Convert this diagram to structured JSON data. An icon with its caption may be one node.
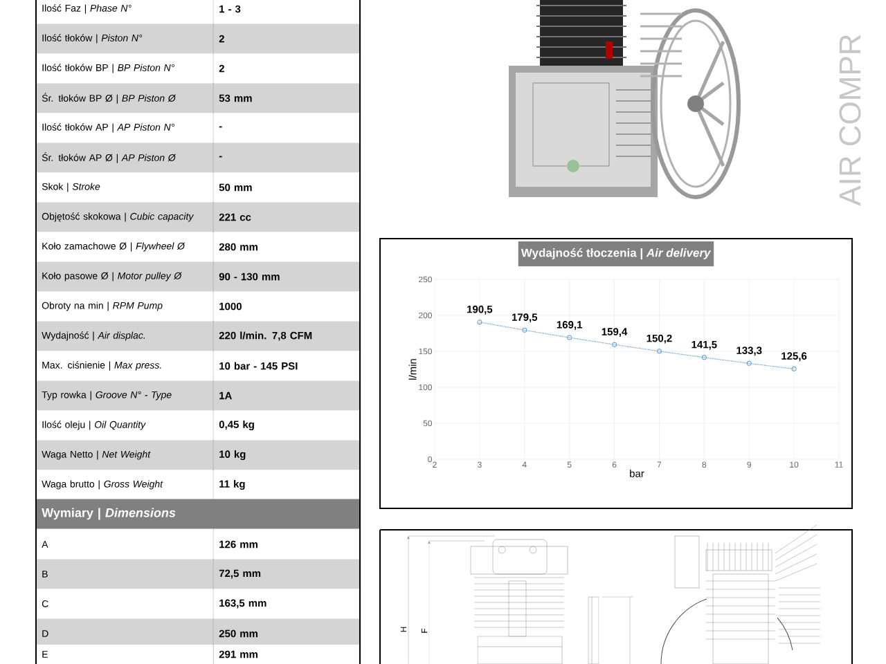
{
  "diagram": {
    "labels": [
      "Ilość Faz | *Phase N°*",
      "1 - 3",
      "Ilość tłoków | *Piston N°*",
      "2",
      "Ilość tłoków BP | *BP Piston N°*",
      "2",
      "Śr. tłoków BP Ø | *BP Piston Ø*",
      "53 mm",
      "Ilość tłoków AP | *AP Piston N°*",
      "-",
      "Śr. tłoków AP Ø | *AP Piston Ø*",
      "-",
      "Skok | *Stroke*",
      "50 mm",
      "Objętość skokowa | *Cubic capacity*",
      "221 cc",
      "Koło zamachowe Ø | *Flywheel Ø*",
      "280 mm",
      "Koło pasowe Ø | *Motor pulley Ø*",
      "90 - 130 mm",
      "Obroty na min | *RPM Pump*",
      "1000",
      "Wydajność | *Air displac.*",
      "220 l/min. 7,8 CFM",
      "Max. ciśnienie | *Max press.*",
      "10 bar - 145 PSI",
      "Typ rowka | *Groove N° - Type*",
      "1A",
      "Ilość oleju | *Oil Quantity*",
      "0,45 kg",
      "Waga Netto | *Net Weight*",
      "10 kg",
      "Waga brutto | *Gross Weight*",
      "11 kg",
      "Wymiary | *Dimensions*",
      "A",
      "126 mm",
      "B",
      "72,5 mm",
      "C",
      "163,5 mm",
      "D",
      "250 mm",
      "E",
      "291 mm",
      "H",
      "F",
      "AIR COMPR"
    ],
    "chart_data": {
      "type": "line",
      "title": "Wydajność tłoczenia | *Air delivery*",
      "xlabel": "bar",
      "ylabel": "l/min",
      "x": [
        3,
        4,
        5,
        6,
        7,
        8,
        9,
        10
      ],
      "series": [
        {
          "color": "#5b9bd5",
          "line_style": "dotted",
          "marker": "circle",
          "values": [
            190.5,
            179.5,
            169.1,
            159.4,
            150.2,
            141.5,
            133.3,
            125.6
          ]
        }
      ],
      "value_labels": [
        "190,5",
        "179,5",
        "169,1",
        "159,4",
        "150,2",
        "141,5",
        "133,3",
        "125,6"
      ],
      "grid": true,
      "xlim": [
        2,
        11
      ],
      "ylim": [
        0,
        250
      ],
      "xticks": [
        2,
        3,
        4,
        5,
        6,
        7,
        8,
        9,
        10,
        11
      ],
      "yticks": [
        0,
        50,
        100,
        150,
        200,
        250
      ]
    }
  }
}
